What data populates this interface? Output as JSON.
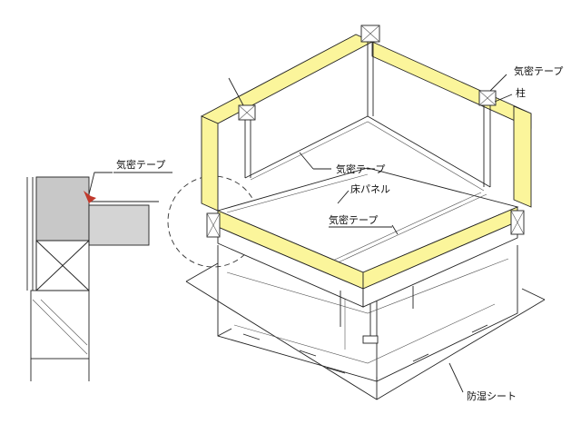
{
  "labels": {
    "airtight_tape_detail": "気密テープ",
    "airtight_tape_top": "気密テープ",
    "column": "柱",
    "airtight_tape_wall": "気密テープ",
    "floor_panel": "床パネル",
    "airtight_tape_floor": "気密テープ",
    "moisture_sheet": "防湿シート"
  },
  "colors": {
    "tape_yellow": "#fbf59b",
    "tape_red": "#c0392b",
    "line": "#222222"
  }
}
